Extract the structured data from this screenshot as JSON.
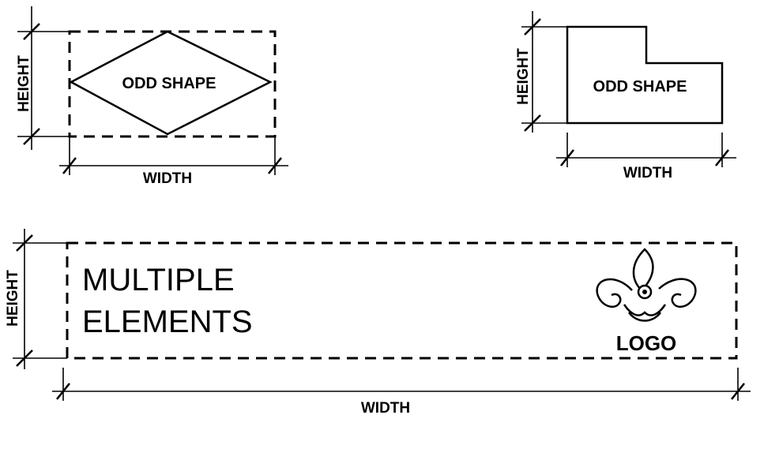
{
  "panel_diamond": {
    "shape_label": "ODD SHAPE",
    "height_label": "HEIGHT",
    "width_label": "WIDTH"
  },
  "panel_lshape": {
    "shape_label": "ODD SHAPE",
    "height_label": "HEIGHT",
    "width_label": "WIDTH"
  },
  "panel_multiple": {
    "title_line1": "MULTIPLE",
    "title_line2": "ELEMENTS",
    "logo_label": "LOGO",
    "height_label": "HEIGHT",
    "width_label": "WIDTH"
  }
}
